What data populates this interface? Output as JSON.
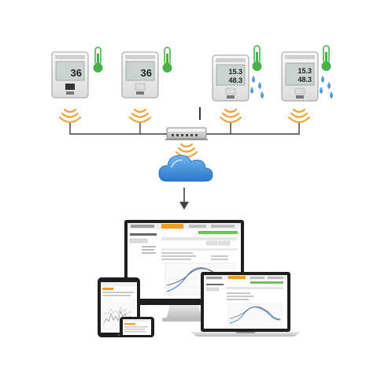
{
  "sensors": [
    {
      "kind": "temperature",
      "reading": "36",
      "icons": [
        "thermometer-icon"
      ]
    },
    {
      "kind": "temperature",
      "reading": "36",
      "icons": [
        "thermometer-icon"
      ]
    },
    {
      "kind": "temperature-humidity",
      "reading_top": "15.3",
      "reading_bottom": "48.3",
      "icons": [
        "thermometer-icon",
        "droplets-icon"
      ]
    },
    {
      "kind": "temperature-humidity",
      "reading_top": "15.3",
      "reading_bottom": "48.3",
      "icons": [
        "thermometer-icon",
        "droplets-icon"
      ]
    }
  ],
  "colors": {
    "line": "#3d3d3d",
    "wifi": "#f2a33a",
    "thermo": "#4cb04a",
    "droplet": "#5b9bd5",
    "cloud": "#3a8fd8",
    "arrow": "#444444",
    "accent_orange": "#f39b23",
    "accent_green": "#6fbf5a",
    "chart_blue": "#4a8bd0"
  },
  "icons": {
    "router": "router-icon",
    "cloud": "cloud-icon",
    "arrow": "arrow-down-icon",
    "wireless": "wireless-signal-icon"
  },
  "devices": [
    "monitor",
    "laptop",
    "tablet",
    "smartphone"
  ]
}
